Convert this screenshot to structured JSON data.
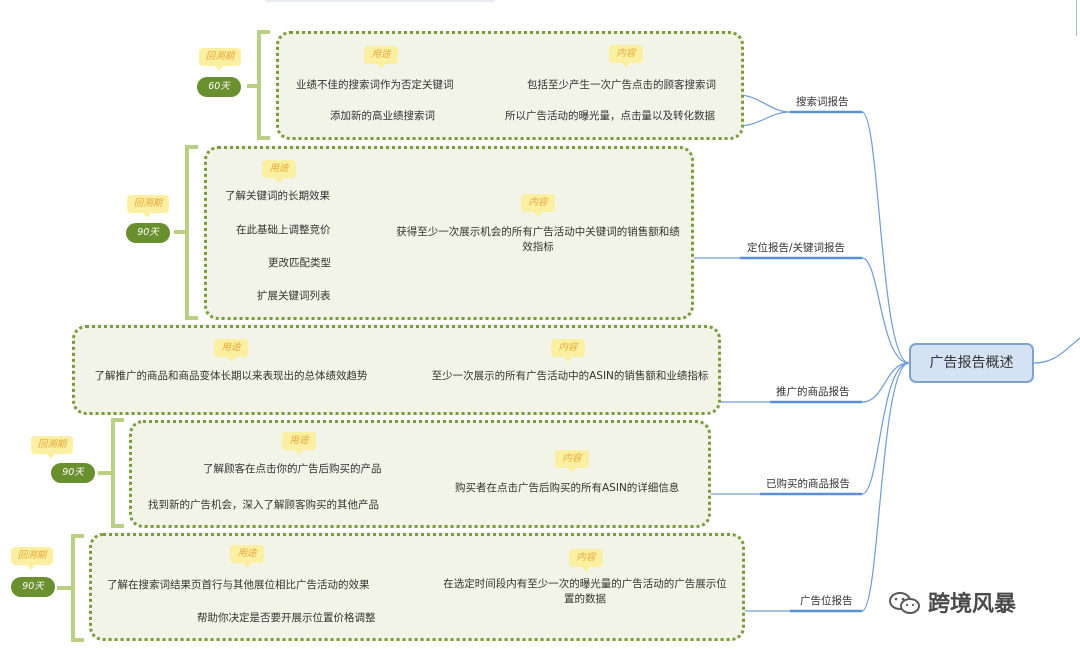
{
  "central": "广告报告概述",
  "use_tag": "用途",
  "content_tag": "内容",
  "cycle_tag": "回溯期",
  "reports": [
    {
      "name": "搜索词报告",
      "duration": "60天",
      "uses": [
        "业绩不佳的搜索词作为否定关键词",
        "添加新的高业绩搜索词"
      ],
      "contents": [
        "包括至少产生一次广告点击的顾客搜索词",
        "所以广告活动的曝光量，点击量以及转化数据"
      ]
    },
    {
      "name": "定位报告/关键词报告",
      "duration": "90天",
      "uses": [
        "了解关键词的长期效果",
        "在此基础上调整竞价",
        "更改匹配类型",
        "扩展关键词列表"
      ],
      "content": "获得至少一次展示机会的所有广告活动中关键词的销售额和绩效指标"
    },
    {
      "name": "推广的商品报告",
      "use": "了解推广的商品和商品变体长期以来表现出的总体绩效趋势",
      "content": "至少一次展示的所有广告活动中的ASIN的销售额和业绩指标"
    },
    {
      "name": "已购买的商品报告",
      "duration": "90天",
      "uses": [
        "了解顾客在点击你的广告后购买的产品",
        "找到新的广告机会，深入了解顾客购买的其他产品"
      ],
      "content": "购买者在点击广告后购买的所有ASIN的详细信息"
    },
    {
      "name": "广告位报告",
      "duration": "90天",
      "uses": [
        "了解在搜索词结果页首行与其他展位相比广告活动的效果",
        "帮助你决定是否要开展示位置价格调整"
      ],
      "content": "在选定时间段内有至少一次的曝光量的广告活动的广告展示位置的数据"
    }
  ],
  "watermark": "跨境风暴"
}
